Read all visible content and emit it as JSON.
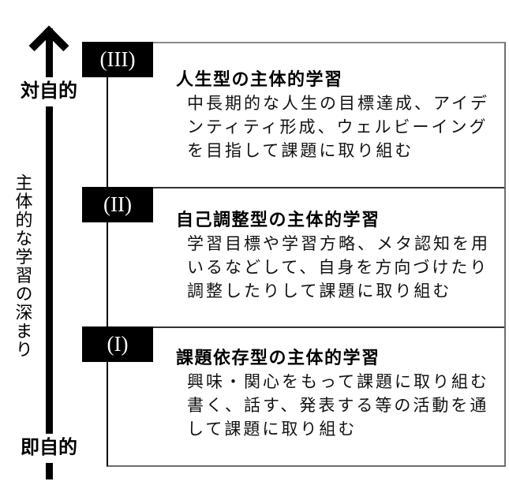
{
  "axis": {
    "top_label": "対自的",
    "bottom_label": "即自的",
    "title_vertical": "主体的な学習の深まり"
  },
  "levels": [
    {
      "id": "(III)",
      "title": "人生型の主体的学習",
      "description": "中長期的な人生の目標達成、アイデ\nンティティ形成、ウェルビーイング\nを目指して課題に取り組む"
    },
    {
      "id": "(II)",
      "title": "自己調整型の主体的学習",
      "description": "学習目標や学習方略、メタ認知を用\nいるなどして、自身を方向づけたり\n調整したりして課題に取り組む"
    },
    {
      "id": "(I)",
      "title": "課題依存型の主体的学習",
      "description": "興味・関心をもって課題に取り組む\n書く、話す、発表する等の活動を通\nして課題に取り組む"
    }
  ],
  "colors": {
    "background": "#ffffff",
    "text": "#000000",
    "label_bg": "#000000",
    "label_text": "#ffffff",
    "border_gray": "#6e6e6e",
    "arrow": "#000000"
  }
}
